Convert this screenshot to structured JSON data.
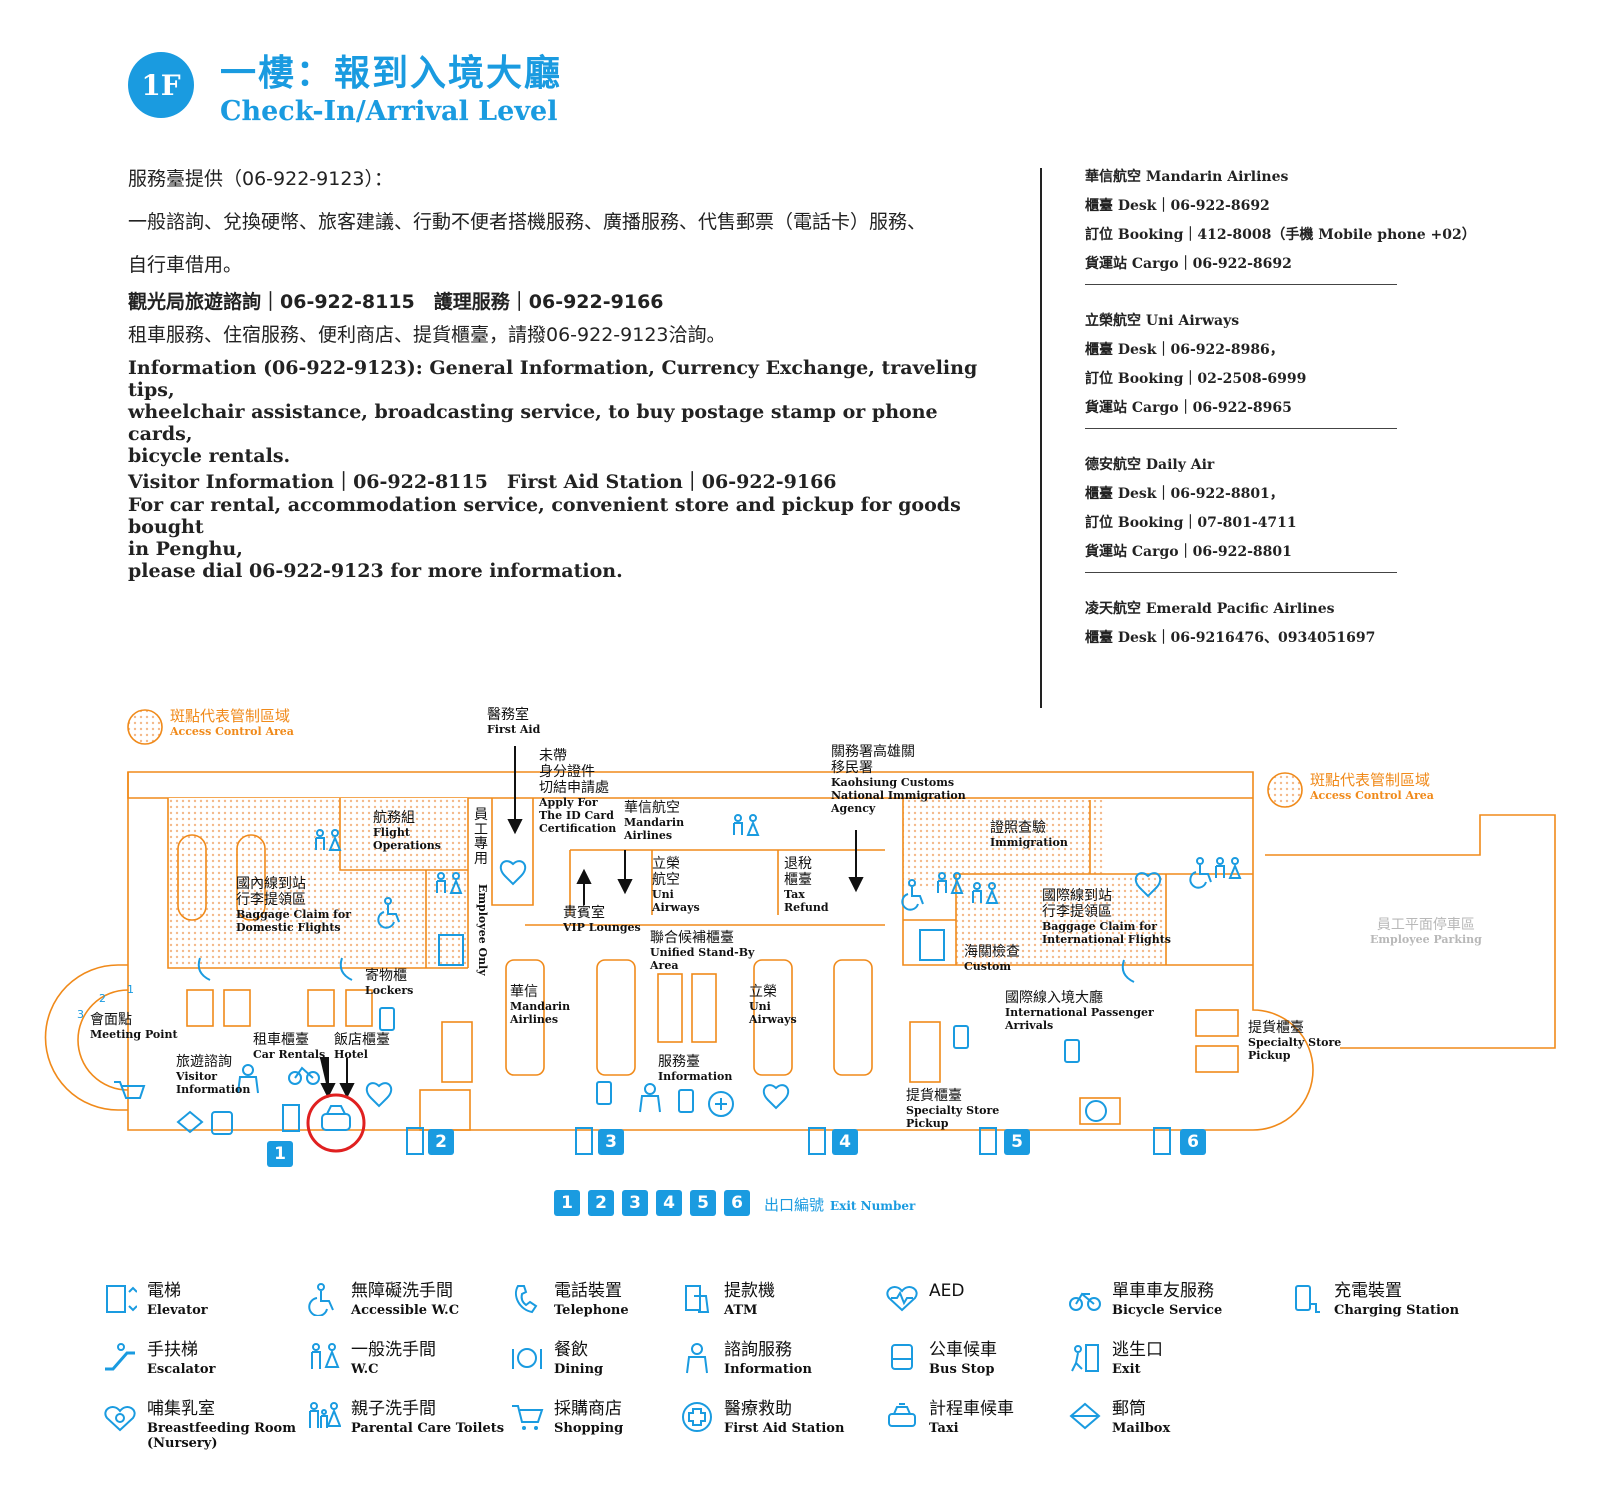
{
  "header": {
    "badge": "1F",
    "title_zh": "一樓：報到入境大廳",
    "title_en": "Check-In/Arrival Level"
  },
  "info": {
    "zh_line1": "服務臺提供（06-922-9123）：",
    "zh_line2": "一般諮詢、兌換硬幣、旅客建議、行動不便者搭機服務、廣播服務、代售郵票（電話卡）服務、",
    "zh_line3": "自行車借用。",
    "zh_line4": "觀光局旅遊諮詢｜06-922-8115　護理服務｜06-922-9166",
    "zh_line5": "租車服務、住宿服務、便利商店、提貨櫃臺，請撥06-922-9123洽詢。",
    "en_line1": "Information (06-922-9123): General Information, Currency Exchange, traveling tips,",
    "en_line2": "wheelchair assistance, broadcasting service, to buy postage stamp or phone cards,",
    "en_line3": "bicycle rentals.",
    "en_line4": "Visitor Information｜06-922-8115　First Aid Station｜06-922-9166",
    "en_line5": "For car rental, accommodation service, convenient store and pickup for goods bought",
    "en_line6": "in Penghu,",
    "en_line7": "please dial 06-922-9123 for more information."
  },
  "airlines": [
    {
      "name": "華信航空 Mandarin Airlines",
      "lines": [
        "櫃臺 Desk｜06-922-8692",
        "訂位 Booking｜412-8008（手機 Mobile phone +02）",
        "貨運站 Cargo｜06-922-8692"
      ]
    },
    {
      "name": "立榮航空 Uni Airways",
      "lines": [
        "櫃臺 Desk｜06-922-8986，",
        "訂位 Booking｜02-2508-6999",
        "貨運站 Cargo｜06-922-8965"
      ]
    },
    {
      "name": "德安航空 Daily Air",
      "lines": [
        "櫃臺 Desk｜06-922-8801，",
        "訂位 Booking｜07-801-4711",
        "貨運站 Cargo｜06-922-8801"
      ]
    },
    {
      "name": "凌天航空 Emerald Pacific Airlines",
      "lines": [
        "櫃臺 Desk｜06-9216476、0934051697"
      ]
    }
  ],
  "map": {
    "access_left_zh": "斑點代表管制區域",
    "access_left_en": "Access Control Area",
    "access_right_zh": "斑點代表管制區域",
    "access_right_en": "Access Control Area",
    "first_aid_zh": "醫務室",
    "first_aid_en": "First Aid",
    "id_card_zh": "未帶\n身分證件\n切結申請處",
    "id_card_en": "Apply For\nThe ID Card\nCertification",
    "mandarin_top_zh": "華信航空",
    "mandarin_top_en": "Mandarin\nAirlines",
    "customs_zh": "關務署高雄關\n移民署",
    "customs_en": "Kaohsiung Customs\nNational Immigration\nAgency",
    "flight_ops_zh": "航務組",
    "flight_ops_en": "Flight\nOperations",
    "employee_only_zh": "員工專用",
    "employee_only_en": "Employee Only",
    "uni_top_zh": "立榮\n航空",
    "uni_top_en": "Uni\nAirways",
    "tax_zh": "退稅\n櫃臺",
    "tax_en": "Tax\nRefund",
    "immigration_zh": "證照查驗",
    "immigration_en": "Immigration",
    "dom_baggage_zh": "國內線到站\n行李提領區",
    "dom_baggage_en": "Baggage Claim for\nDomestic Flights",
    "vip_zh": "貴賓室",
    "vip_en": "VIP Lounges",
    "standby_zh": "聯合候補櫃臺",
    "standby_en": "Unified Stand-By\nArea",
    "intl_baggage_zh": "國際線到站\n行李提領區",
    "intl_baggage_en": "Baggage Claim for\nInternational Flights",
    "custom_zh": "海關檢查",
    "custom_en": "Custom",
    "lockers_zh": "寄物櫃",
    "lockers_en": "Lockers",
    "intl_arrivals_zh": "國際線入境大廳",
    "intl_arrivals_en": "International Passenger\nArrivals",
    "employee_parking_zh": "員工平面停車區",
    "employee_parking_en": "Employee Parking",
    "meeting_zh": "會面點",
    "meeting_en": "Meeting Point",
    "mandarin_counter_zh": "華信",
    "mandarin_counter_en": "Mandarin\nAirlines",
    "uni_counter_zh": "立榮",
    "uni_counter_en": "Uni\nAirways",
    "car_rental_zh": "租車櫃臺",
    "car_rental_en": "Car Rentals",
    "hotel_zh": "飯店櫃臺",
    "hotel_en": "Hotel",
    "visitor_zh": "旅遊諮詢",
    "visitor_en": "Visitor\nInformation",
    "information_zh": "服務臺",
    "information_en": "Information",
    "specialty1_zh": "提貨櫃臺",
    "specialty1_en": "Specialty Store\nPickup",
    "specialty2_zh": "提貨櫃臺",
    "specialty2_en": "Specialty Store\nPickup",
    "meeting_marks": [
      "1",
      "2",
      "3"
    ],
    "exits": [
      "1",
      "2",
      "3",
      "4",
      "5",
      "6"
    ]
  },
  "exit_legend": {
    "numbers": [
      "1",
      "2",
      "3",
      "4",
      "5",
      "6"
    ],
    "zh": "出口編號",
    "en": "Exit Number"
  },
  "legend": [
    {
      "icon": "elevator-icon",
      "zh": "電梯",
      "en": "Elevator"
    },
    {
      "icon": "accessible-wc-icon",
      "zh": "無障礙洗手間",
      "en": "Accessible W.C"
    },
    {
      "icon": "telephone-icon",
      "zh": "電話裝置",
      "en": "Telephone"
    },
    {
      "icon": "atm-icon",
      "zh": "提款機",
      "en": "ATM"
    },
    {
      "icon": "aed-icon",
      "zh": "AED",
      "en": ""
    },
    {
      "icon": "bicycle-icon",
      "zh": "單車車友服務",
      "en": "Bicycle Service"
    },
    {
      "icon": "charging-icon",
      "zh": "充電裝置",
      "en": "Charging Station"
    },
    {
      "icon": "escalator-icon",
      "zh": "手扶梯",
      "en": "Escalator"
    },
    {
      "icon": "wc-icon",
      "zh": "一般洗手間",
      "en": "W.C"
    },
    {
      "icon": "dining-icon",
      "zh": "餐飲",
      "en": "Dining"
    },
    {
      "icon": "information-icon",
      "zh": "諮詢服務",
      "en": "Information"
    },
    {
      "icon": "bus-icon",
      "zh": "公車候車",
      "en": "Bus Stop"
    },
    {
      "icon": "exit-icon",
      "zh": "逃生口",
      "en": "Exit"
    },
    {
      "icon": "nursery-icon",
      "zh": "哺集乳室",
      "en": "Breastfeeding Room\n(Nursery)"
    },
    {
      "icon": "parental-toilet-icon",
      "zh": "親子洗手間",
      "en": "Parental Care Toilets"
    },
    {
      "icon": "shopping-icon",
      "zh": "採購商店",
      "en": "Shopping"
    },
    {
      "icon": "first-aid-icon",
      "zh": "醫療救助",
      "en": "First Aid Station"
    },
    {
      "icon": "taxi-icon",
      "zh": "計程車候車",
      "en": "Taxi"
    },
    {
      "icon": "mailbox-icon",
      "zh": "郵筒",
      "en": "Mailbox"
    }
  ],
  "colors": {
    "blue": "#1a9be0",
    "orange": "#f08a1a",
    "highlight": "#e02020"
  }
}
